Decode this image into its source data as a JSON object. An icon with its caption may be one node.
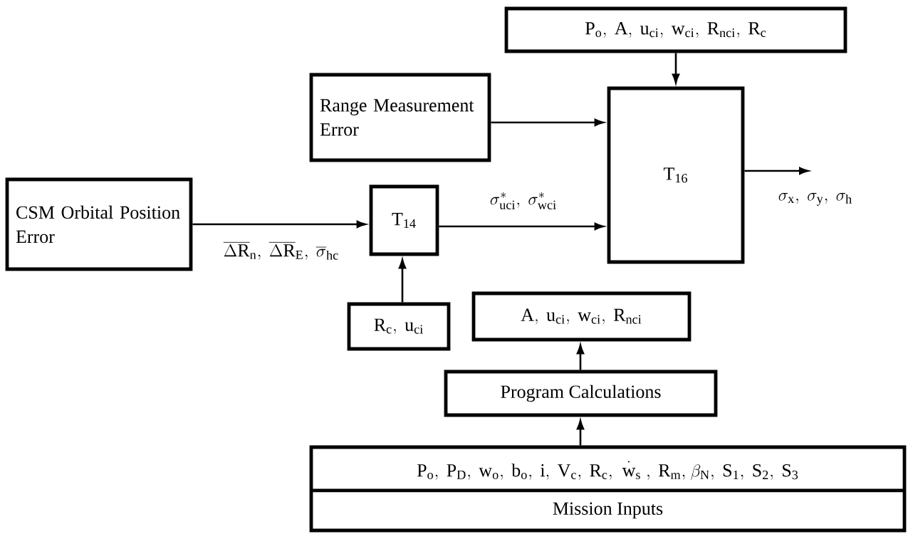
{
  "diagram": {
    "nodes": [
      {
        "text": [
          "\\mathrm{P_o,\\ A,\\ u_{ci},\\ w_{ci},\\ R_{nci},\\ R_c}"
        ]
      },
      {
        "text": [
          "Range Measurement Error"
        ]
      },
      {
        "text": [
          "\\mathrm{T_{16}}"
        ]
      },
      {
        "text": [
          "CSM Orbital Position Error"
        ]
      },
      {
        "text": [
          "\\mathrm{T_{14}}"
        ]
      },
      {
        "text": [
          "\\mathrm{R_c,\\ u_{ci}}"
        ]
      },
      {
        "text": [
          "\\mathrm{A,\\ u_{ci},\\ w_{ci},\\ R_{nci}}"
        ]
      },
      {
        "text": [
          "Program Calculations"
        ]
      },
      {
        "text": [
          "\\mathrm{P_o,\\ P_D,\\ w_o,\\ b_o,\\ i,\\ V_c,\\ R_c,}\\ \\stackrel{\\cdot}{\\mathrm{w}}_{\\mathrm{s}}\\mathrm{,\\ R_m,}\\ \\beta_{\\mathrm{N}}\\mathrm{,\\ S_1,\\ S_2,\\ S_3}",
          "Mission Inputs"
        ]
      }
    ],
    "edges": [
      {
        "from": 0,
        "to": 2,
        "arrow": "to"
      },
      {
        "from": 1,
        "to": 2,
        "arrow": "to"
      },
      {
        "from": 3,
        "to": 4,
        "arrow": "to",
        "label": "\\overline{\\Delta\\mathrm{R}}_{\\mathrm{n}},\\ \\overline{\\Delta\\mathrm{R}}_{\\mathrm{E}},\\ \\overline{\\sigma}_{\\mathrm{hc}}"
      },
      {
        "from": 4,
        "to": 2,
        "arrow": "to",
        "label": "\\sigma^{*}_{\\mathrm{uci}},\\ \\sigma^{*}_{\\mathrm{wci}}"
      },
      {
        "from": 5,
        "to": 4,
        "arrow": "to"
      },
      {
        "from": 2,
        "to": null,
        "arrow": "to",
        "label": "\\sigma_{\\mathrm{x}},\\ \\sigma_{\\mathrm{y}},\\ \\sigma_{\\mathrm{h}}"
      },
      {
        "from": 7,
        "to": 6,
        "arrow": "to"
      },
      {
        "from": 8,
        "to": 7,
        "arrow": "to"
      }
    ]
  }
}
